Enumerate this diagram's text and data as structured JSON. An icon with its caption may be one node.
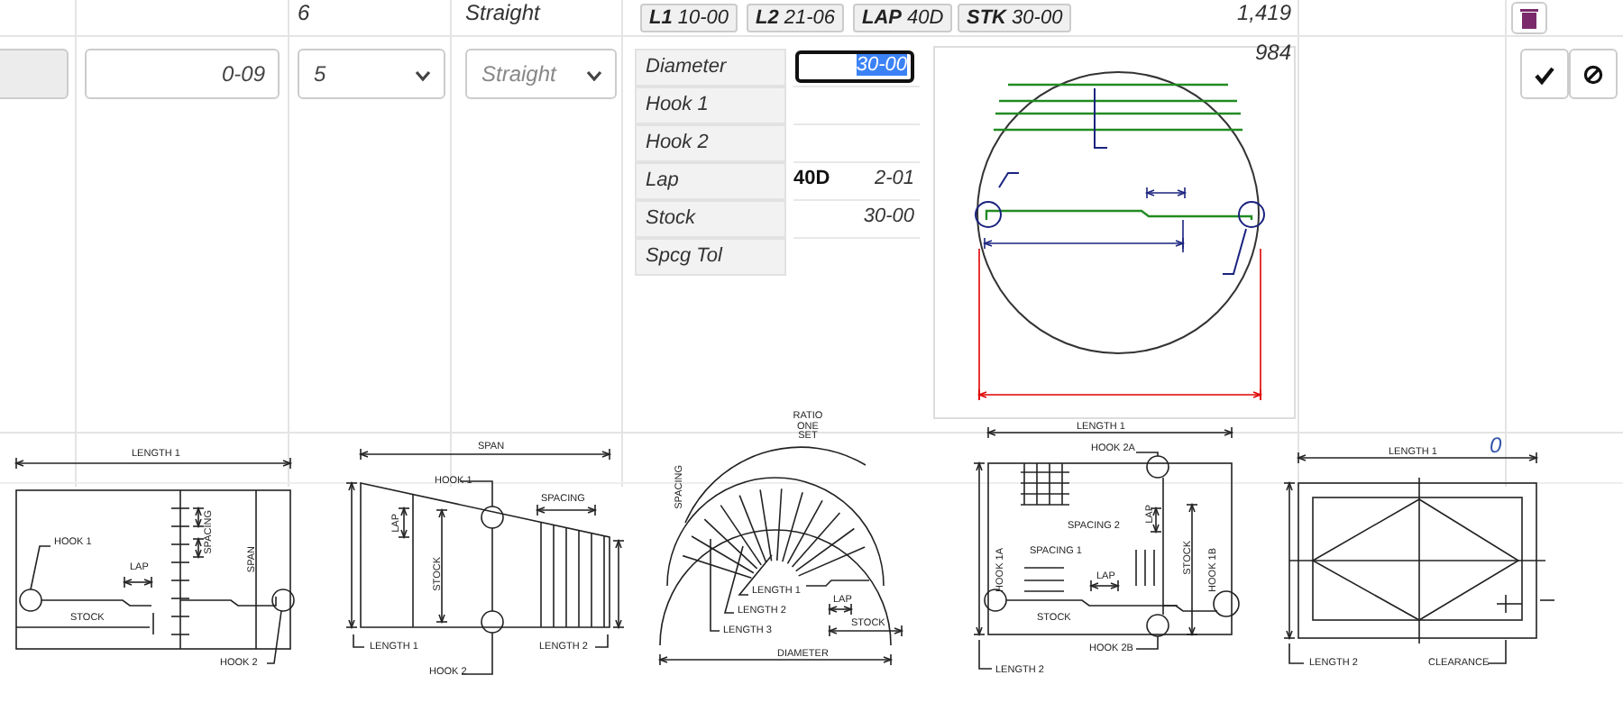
{
  "diagram": {
    "labels": [
      "6",
      "Straight",
      "**L1** 10-00",
      "**L2** 21-06",
      "**LAP** 40D",
      "**STK** 30-00",
      "1,419",
      "0-09",
      "5",
      "Straight",
      "Diameter",
      "30-00",
      "Hook 1",
      "Hook 2",
      "Lap",
      "40D",
      "2-01",
      "Stock",
      "30-00",
      "Spcg Tol",
      "984",
      "LENGTH 1",
      "HOOK 1",
      "SPACING",
      "SPAN",
      "LAP",
      "STOCK",
      "HOOK 2",
      "SPAN",
      "HOOK 1",
      "SPACING",
      "LAP",
      "STOCK",
      "LENGTH 1",
      "LENGTH 2",
      "HOOK 2",
      "RATIO ONE SET",
      "SPACING",
      "LENGTH 1",
      "LAP",
      "LENGTH 2",
      "STOCK",
      "LENGTH 3",
      "DIAMETER",
      "LENGTH 1",
      "HOOK 2A",
      "SPACING 2",
      "LAP",
      "HOOK 1A",
      "SPACING 1",
      "STOCK",
      "HOOK 1B",
      "LAP",
      "STOCK",
      "HOOK 2B",
      "LENGTH 2",
      "LENGTH 1",
      "0",
      "LENGTH 2",
      "CLEARANCE"
    ]
  }
}
